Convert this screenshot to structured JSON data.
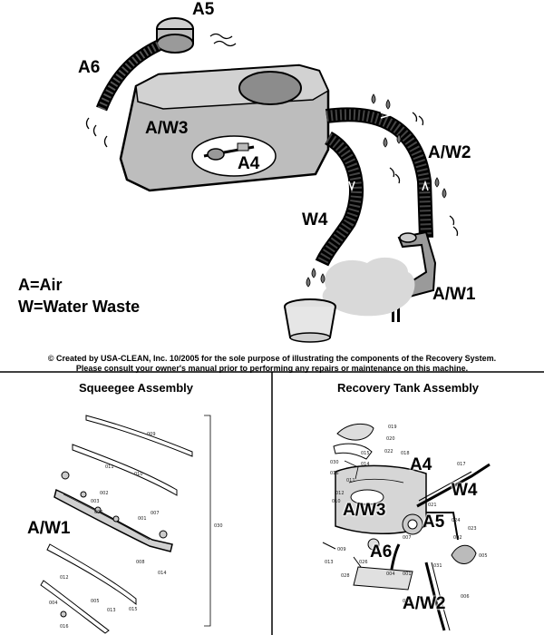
{
  "top_diagram": {
    "labels": {
      "a5": "A5",
      "a6": "A6",
      "aw3": "A/W3",
      "a4": "A4",
      "aw2": "A/W2",
      "w4": "W4",
      "aw1": "A/W1"
    },
    "legend": {
      "air": "A=Air",
      "water": "W=Water Waste"
    },
    "credit_line1": "© Created by USA-CLEAN, Inc. 10/2005 for the sole purpose of illustrating the components of the Recovery System.",
    "credit_line2": "Please consult your owner's manual prior to performing any repairs or maintenance on this machine."
  },
  "squeegee_panel": {
    "title": "Squeegee Assembly",
    "label_aw1": "A/W1",
    "part_numbers": [
      "009",
      "011",
      "010",
      "003",
      "002",
      "006",
      "007",
      "001",
      "008",
      "014",
      "012",
      "013",
      "015",
      "004",
      "005",
      "016",
      "030"
    ]
  },
  "recovery_panel": {
    "title": "Recovery Tank Assembly",
    "labels": {
      "a4": "A4",
      "w4": "W4",
      "aw3": "A/W3",
      "a5": "A5",
      "a6": "A6",
      "aw2": "A/W2"
    },
    "part_numbers": [
      "019",
      "020",
      "015",
      "022",
      "018",
      "030",
      "014",
      "017",
      "016",
      "011",
      "012",
      "010",
      "009",
      "021",
      "024",
      "023",
      "002",
      "005",
      "013",
      "026",
      "007",
      "004",
      "001",
      "031",
      "028",
      "027",
      "006"
    ]
  }
}
